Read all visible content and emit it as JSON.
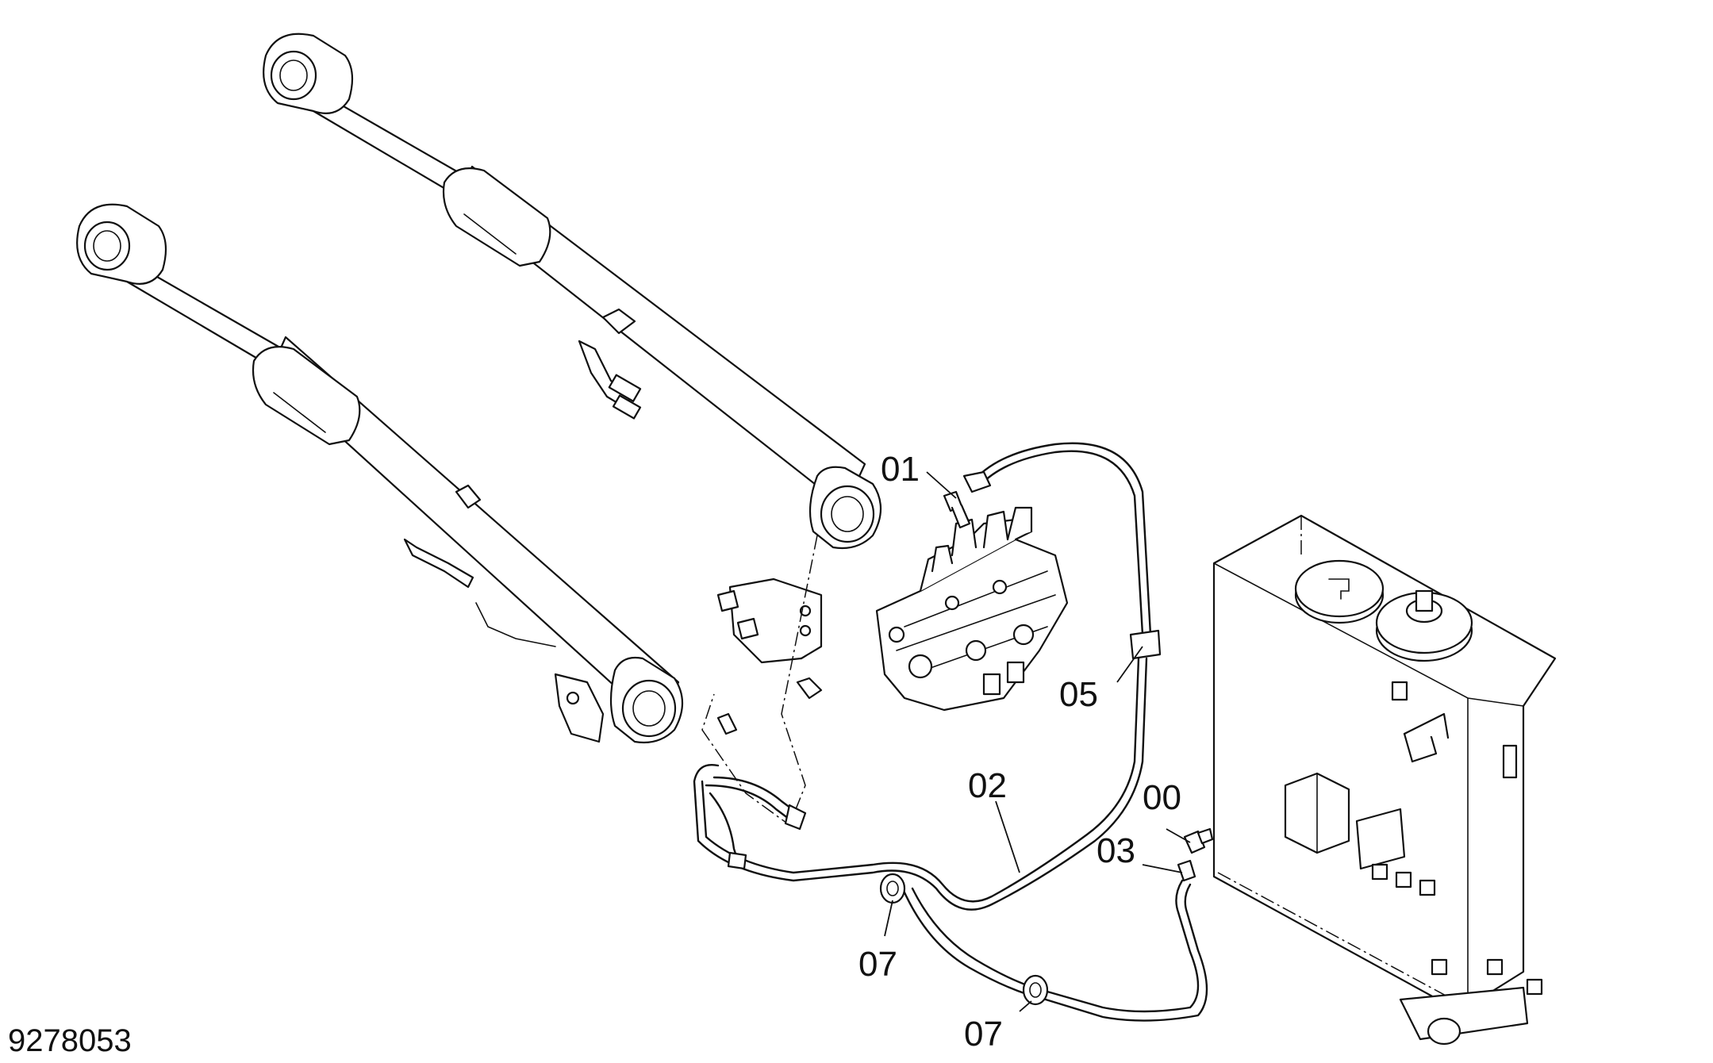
{
  "drawing": {
    "number": "9278053"
  },
  "callouts": [
    {
      "id": "01",
      "label": "01"
    },
    {
      "id": "05",
      "label": "05"
    },
    {
      "id": "02",
      "label": "02"
    },
    {
      "id": "00",
      "label": "00"
    },
    {
      "id": "03",
      "label": "03"
    },
    {
      "id": "07a",
      "label": "07"
    },
    {
      "id": "07b",
      "label": "07"
    }
  ],
  "colors": {
    "line": "#111111",
    "background": "#ffffff"
  }
}
